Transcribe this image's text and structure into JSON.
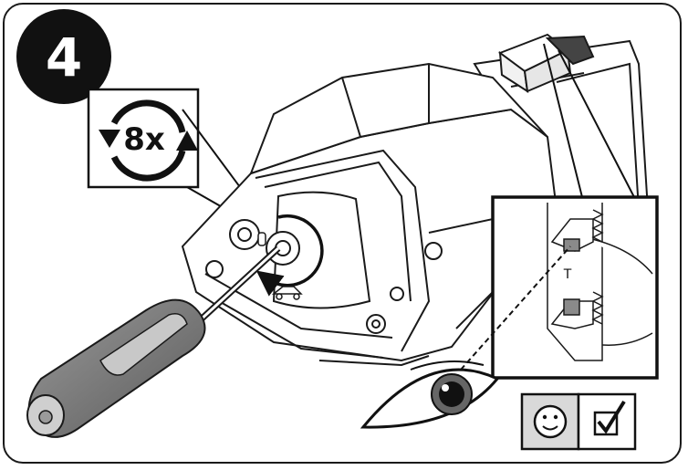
{
  "step": {
    "number": "4"
  },
  "rotation": {
    "count_label": "8x"
  },
  "detail": {
    "tab_mark": "T"
  },
  "status": {
    "ok_icon": "smiley-icon",
    "check_icon": "checkbox-checked-icon"
  },
  "colors": {
    "ink": "#111111",
    "badge": "#111111",
    "panel_gray": "#d9d9d9",
    "outline": "#1a1a1a"
  }
}
